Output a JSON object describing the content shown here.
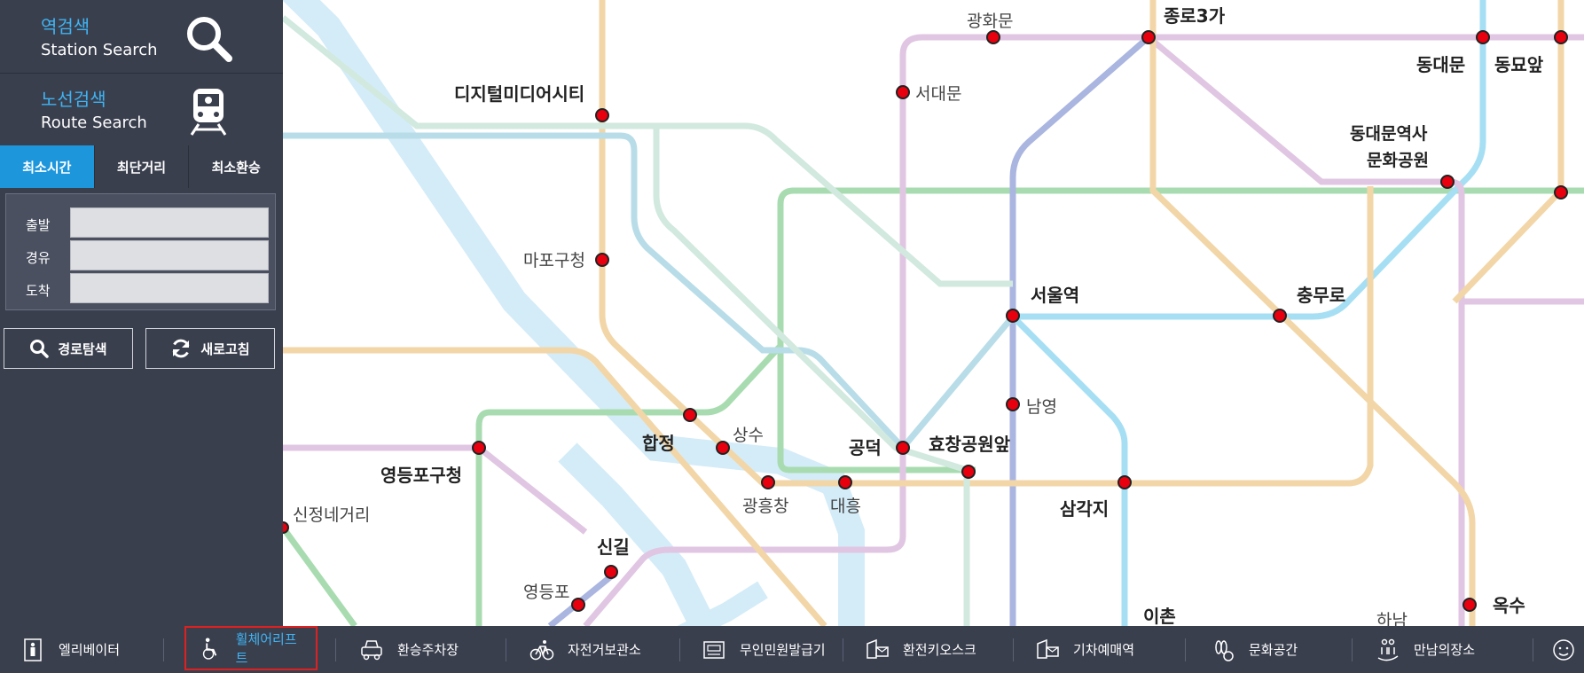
{
  "sidebar": {
    "station_search": {
      "ko": "역검색",
      "en": "Station Search"
    },
    "route_search": {
      "ko": "노선검색",
      "en": "Route Search"
    },
    "tabs": [
      {
        "label": "최소시간",
        "active": true
      },
      {
        "label": "최단거리",
        "active": false
      },
      {
        "label": "최소환승",
        "active": false
      }
    ],
    "form": {
      "departure_label": "출발",
      "via_label": "경유",
      "arrival_label": "도착",
      "departure_value": "",
      "via_value": "",
      "arrival_value": ""
    },
    "search_button": "경로탐색",
    "refresh_button": "새로고침"
  },
  "bottom_bar": {
    "items": [
      {
        "label": "엘리베이터",
        "icon": "elevator-icon",
        "selected": false
      },
      {
        "label": "휠체어리프트",
        "icon": "wheelchair-lift-icon",
        "selected": true
      },
      {
        "label": "환승주차장",
        "icon": "parking-icon",
        "selected": false
      },
      {
        "label": "자전거보관소",
        "icon": "bicycle-icon",
        "selected": false
      },
      {
        "label": "무인민원발급기",
        "icon": "kiosk-icon",
        "selected": false
      },
      {
        "label": "환전키오스크",
        "icon": "exchange-icon",
        "selected": false
      },
      {
        "label": "기차예매역",
        "icon": "train-ticket-icon",
        "selected": false
      },
      {
        "label": "문화공간",
        "icon": "culture-icon",
        "selected": false
      },
      {
        "label": "만남의장소",
        "icon": "meeting-place-icon",
        "selected": false
      }
    ]
  },
  "colors": {
    "sidebar_bg": "#3a3f4e",
    "accent": "#1d96dc",
    "station_dot": "#e8000f",
    "selected_outline": "#e02020"
  },
  "map": {
    "stations": [
      {
        "name": "광화문",
        "bold": false
      },
      {
        "name": "종로3가",
        "bold": true
      },
      {
        "name": "동대문",
        "bold": true
      },
      {
        "name": "동묘앞",
        "bold": true
      },
      {
        "name": "디지털미디어시티",
        "bold": true
      },
      {
        "name": "서대문",
        "bold": false
      },
      {
        "name": "동대문역사",
        "bold": true
      },
      {
        "name": "문화공원",
        "bold": true
      },
      {
        "name": "마포구청",
        "bold": false
      },
      {
        "name": "서울역",
        "bold": true
      },
      {
        "name": "충무로",
        "bold": true
      },
      {
        "name": "남영",
        "bold": false
      },
      {
        "name": "합정",
        "bold": true
      },
      {
        "name": "상수",
        "bold": false
      },
      {
        "name": "공덕",
        "bold": true
      },
      {
        "name": "효창공원앞",
        "bold": true
      },
      {
        "name": "영등포구청",
        "bold": true
      },
      {
        "name": "광흥창",
        "bold": false
      },
      {
        "name": "대흥",
        "bold": false
      },
      {
        "name": "삼각지",
        "bold": true
      },
      {
        "name": "신정네거리",
        "bold": false
      },
      {
        "name": "신길",
        "bold": true
      },
      {
        "name": "영등포",
        "bold": false
      },
      {
        "name": "이촌",
        "bold": true
      },
      {
        "name": "하남",
        "bold": false
      },
      {
        "name": "옥수",
        "bold": true
      }
    ]
  }
}
